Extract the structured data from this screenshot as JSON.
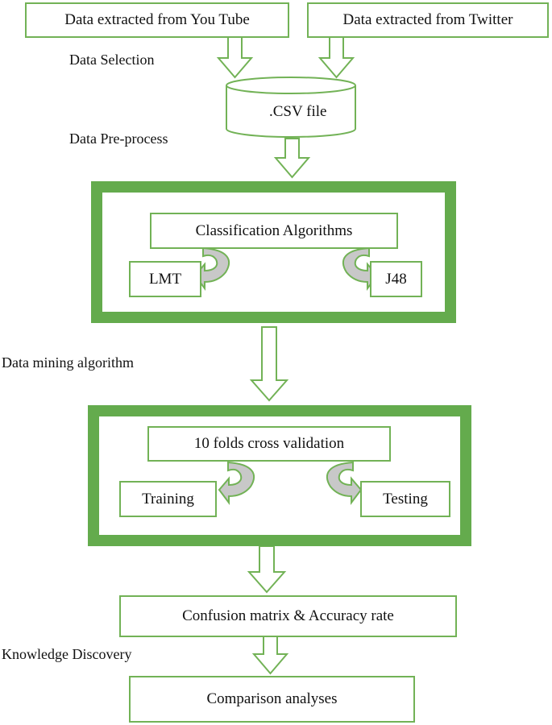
{
  "sources": {
    "youtube": "Data extracted from You Tube",
    "twitter": "Data extracted from Twitter"
  },
  "stages": {
    "selection": "Data Selection",
    "preprocess": "Data Pre-process",
    "mining": "Data mining algorithm",
    "knowledge": "Knowledge Discovery"
  },
  "csv": ".CSV file",
  "classification": {
    "title": "Classification Algorithms",
    "left": "LMT",
    "right": "J48"
  },
  "validation": {
    "title": "10 folds cross validation",
    "left": "Training",
    "right": "Testing"
  },
  "confusion": "Confusion matrix & Accuracy rate",
  "comparison": "Comparison analyses",
  "colors": {
    "stroke": "#72b256",
    "thick": "#64ab4d",
    "curl": "#c8c8c8"
  }
}
